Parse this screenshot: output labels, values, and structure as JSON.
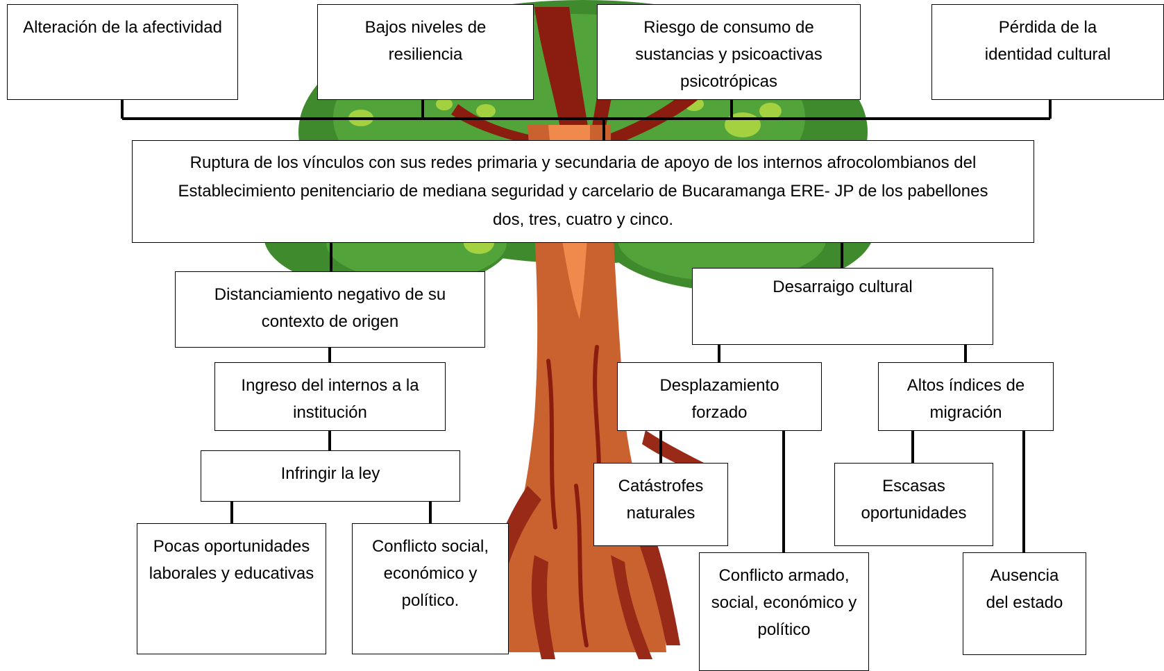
{
  "colors": {
    "foliage_dark": "#3e8a2c",
    "foliage_mid": "#52a43a",
    "foliage_light": "#a4d140",
    "trunk": "#c9622f",
    "trunk_highlight": "#f08a4c",
    "bark_dark": "#8a1c10",
    "root": "#9a2a18",
    "box_border": "#000000",
    "connector": "#000000",
    "text": "#000000"
  },
  "effects": [
    {
      "id": "e1",
      "text": "Alteración de la afectividad"
    },
    {
      "id": "e2",
      "text": "Bajos niveles de resiliencia"
    },
    {
      "id": "e3",
      "text": "Riesgo de consumo de sustancias y psicoactivas psicotrópicas"
    },
    {
      "id": "e4",
      "text": "Pérdida de la identidad cultural"
    }
  ],
  "central_problem": {
    "text": "Ruptura de los vínculos con sus redes primaria y secundaria de apoyo de los internos afrocolombianos del Establecimiento penitenciario de mediana seguridad y carcelario de Bucaramanga ERE- JP de los pabellones dos, tres, cuatro y cinco."
  },
  "causes": [
    {
      "id": "c1",
      "text": "Distanciamiento negativo de su contexto de origen"
    },
    {
      "id": "c2",
      "text": "Ingreso del internos a la institución"
    },
    {
      "id": "c3",
      "text": "Infringir la ley"
    },
    {
      "id": "c4",
      "text": "Pocas oportunidades laborales y educativas"
    },
    {
      "id": "c5",
      "text": "Conflicto social, económico y político."
    },
    {
      "id": "c6",
      "text": "Desarraigo cultural"
    },
    {
      "id": "c7",
      "text": "Desplazamiento forzado"
    },
    {
      "id": "c8",
      "text": "Altos índices de migración"
    },
    {
      "id": "c9",
      "text": "Catástrofes naturales"
    },
    {
      "id": "c10",
      "text": "Escasas oportunidades"
    },
    {
      "id": "c11",
      "text": "Conflicto armado, social, económico y político"
    },
    {
      "id": "c12",
      "text": "Ausencia del estado"
    }
  ]
}
